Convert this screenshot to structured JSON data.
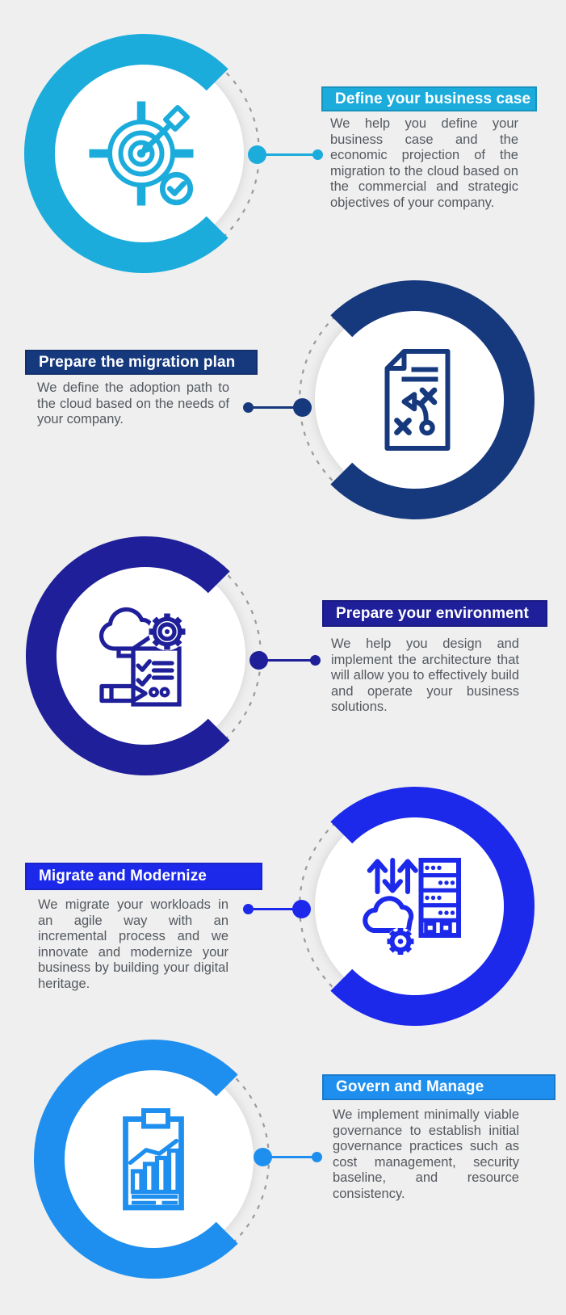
{
  "colors": {
    "background": "#EFEFEF",
    "body_text": "#54595F",
    "title_text": "#FFFFFF",
    "dashed_arc": "#9A9A9A"
  },
  "steps": [
    {
      "id": 1,
      "title": "Define your business case",
      "description": "We help you define your business case and the economic projection of the migration to the cloud based on the commercial and strategic objectives of your company.",
      "accent_color": "#1BACDC",
      "icon": "target-goal-icon",
      "circle_position": "left",
      "text_position": "right"
    },
    {
      "id": 2,
      "title": "Prepare the migration plan",
      "description": "We define the adoption path to the cloud based on the needs of your company.",
      "accent_color": "#16397E",
      "icon": "strategy-plan-icon",
      "circle_position": "right",
      "text_position": "left"
    },
    {
      "id": 3,
      "title": "Prepare your environment",
      "description": "We help you design and implement the architecture that will allow you to effectively build and operate your business solutions.",
      "accent_color": "#1F1F99",
      "icon": "cloud-gear-checklist-icon",
      "circle_position": "left",
      "text_position": "right"
    },
    {
      "id": 4,
      "title": "Migrate and Modernize",
      "description": "We migrate your workloads in an agile way with an incremental process and we innovate and modernize your business by building your digital heritage.",
      "accent_color": "#1C29EA",
      "icon": "server-migration-icon",
      "circle_position": "right",
      "text_position": "left"
    },
    {
      "id": 5,
      "title": "Govern and Manage",
      "description": "We implement minimally viable governance to establish initial governance practices such as cost management, security baseline, and resource consistency.",
      "accent_color": "#1E8FEE",
      "icon": "report-chart-icon",
      "circle_position": "left",
      "text_position": "right"
    }
  ]
}
